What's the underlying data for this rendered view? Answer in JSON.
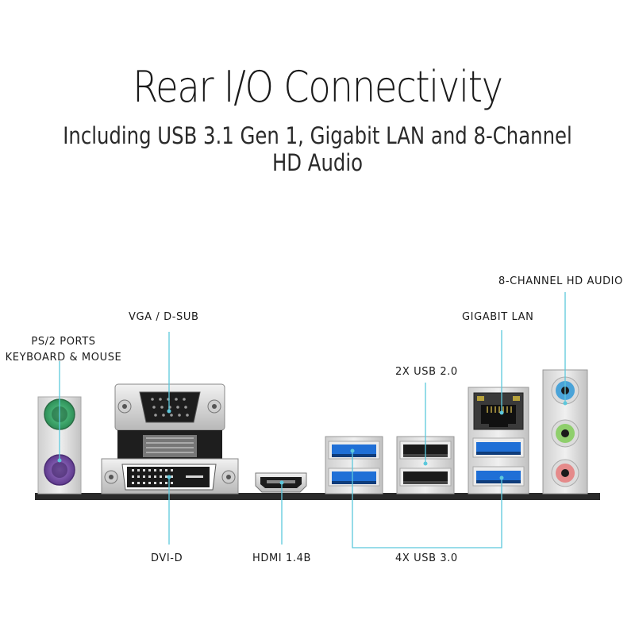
{
  "header": {
    "title": "Rear I/O Connectivity",
    "subtitle": "Including USB 3.1 Gen 1, Gigabit LAN and 8-Channel HD Audio"
  },
  "labels": {
    "ps2_line1": "PS/2 PORTS",
    "ps2_line2": "KEYBOARD & MOUSE",
    "vga": "VGA / D-SUB",
    "dvi": "DVI-D",
    "hdmi": "HDMI 1.4B",
    "usb2": "2X USB 2.0",
    "usb3": "4X USB 3.0",
    "lan": "GIGABIT LAN",
    "audio": "8-CHANNEL HD AUDIO"
  },
  "colors": {
    "callout_line": "#5cc8dc",
    "ps2_keyboard": "#7b4fa6",
    "ps2_mouse": "#3aa56a",
    "usb3_blue": "#1f6fd6",
    "audio_blue": "#4aa3d8",
    "audio_green": "#8fcf6c",
    "audio_pink": "#e58a8a"
  }
}
